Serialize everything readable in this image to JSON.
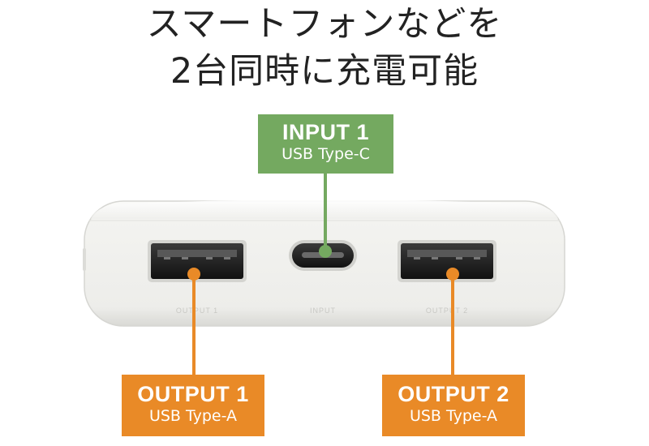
{
  "headline": {
    "line1": "スマートフォンなどを",
    "line2": "2台同時に充電可能"
  },
  "device": {
    "port_labels": {
      "output1": "OUTPUT 1",
      "input": "INPUT",
      "output2": "OUTPUT 2"
    }
  },
  "callouts": {
    "input1": {
      "title": "INPUT 1",
      "subtitle": "USB Type-C"
    },
    "output1": {
      "title": "OUTPUT 1",
      "subtitle": "USB Type-A"
    },
    "output2": {
      "title": "OUTPUT 2",
      "subtitle": "USB Type-A"
    }
  },
  "colors": {
    "input_callout": "#74a960",
    "output_callout": "#e98a27",
    "headline_text": "#222222",
    "device_body": "#f2f2ef"
  }
}
